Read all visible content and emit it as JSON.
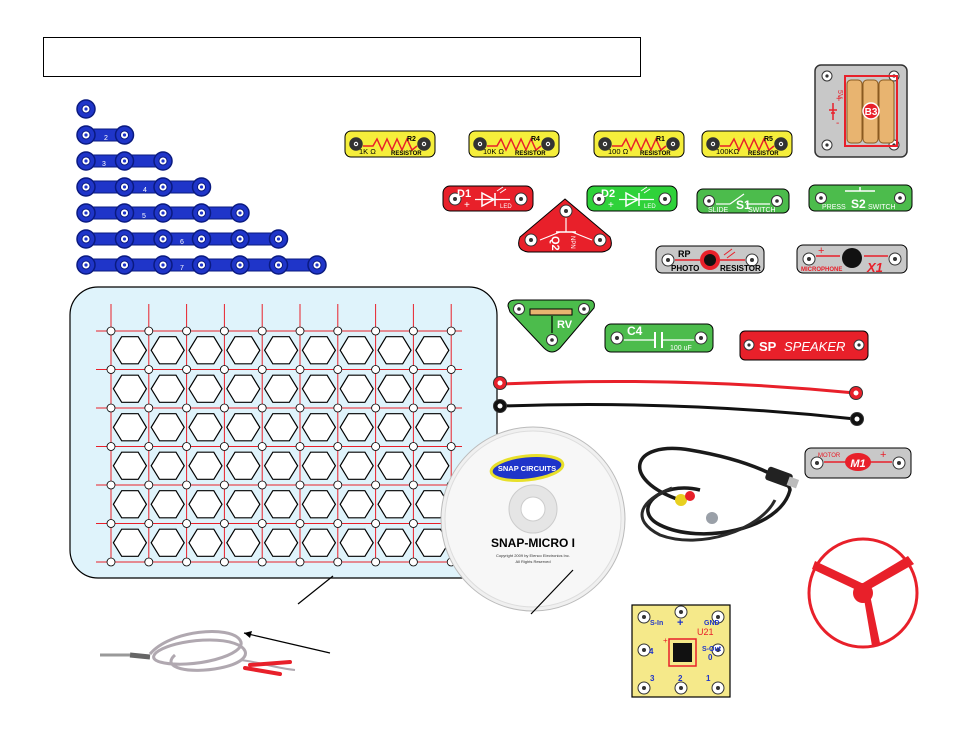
{
  "title_box_text": "",
  "colors": {
    "snap_blue": "#1f35c9",
    "resistor_yellow": "#f5ee3b",
    "led_red": "#e8202a",
    "led_green": "#2fd23a",
    "switch_green": "#4cbc4c",
    "gray_part": "#c8c8c8",
    "base_grid": "#dff3fb",
    "wire_red": "#e8202a",
    "wire_black": "#111111"
  },
  "snap_wires": [
    {
      "label": ""
    },
    {
      "label": "2"
    },
    {
      "label": "3"
    },
    {
      "label": "4"
    },
    {
      "label": "5"
    },
    {
      "label": "6"
    },
    {
      "label": "7"
    }
  ],
  "resistors": [
    {
      "id": "R2",
      "value": "1K Ω",
      "caption": "RESISTOR"
    },
    {
      "id": "R4",
      "value": "10K Ω",
      "caption": "RESISTOR"
    },
    {
      "id": "R1",
      "value": "100 Ω",
      "caption": "RESISTOR"
    },
    {
      "id": "R5",
      "value": "100KΩ",
      "caption": "RESISTOR"
    }
  ],
  "battery": {
    "id": "B3",
    "plus": "+",
    "minus": "-",
    "volts": "5V"
  },
  "led1": {
    "id": "D1",
    "caption": "LED",
    "plus": "+"
  },
  "led2": {
    "id": "D2",
    "caption": "LED",
    "plus": "+"
  },
  "transistor": {
    "id": "Q2",
    "caption": "NPN"
  },
  "slide_switch": {
    "id": "S1",
    "left": "SLIDE",
    "right": "SWITCH"
  },
  "press_switch": {
    "id": "S2",
    "left": "PRESS",
    "right": "SWITCH"
  },
  "photo_resistor": {
    "id": "RP",
    "left": "PHOTO",
    "right": "RESISTOR"
  },
  "microphone": {
    "id": "X1",
    "caption": "MICROPHONE",
    "plus": "+"
  },
  "pot": {
    "id": "RV"
  },
  "capacitor": {
    "id": "C4",
    "value": "100 uF"
  },
  "speaker": {
    "id": "SP",
    "caption": "SPEAKER"
  },
  "motor": {
    "id": "M1",
    "caption": "MOTOR",
    "plus": "+"
  },
  "cd": {
    "brand": "SNAP CIRCUITS",
    "title": "SNAP-MICRO I",
    "copyright": "Copyright 2009 by Elenco Electronics Inc.",
    "rights": "All Rights Reserved"
  },
  "micro": {
    "id": "U21",
    "tl": "S-In",
    "tc": "+",
    "tr": "GND",
    "ml": "4",
    "mr": "S-Out",
    "mr2": "0",
    "bl": "3",
    "bc": "2",
    "br": "1",
    "mark": "+"
  },
  "grid": {
    "rows": 6,
    "cols": 9
  }
}
